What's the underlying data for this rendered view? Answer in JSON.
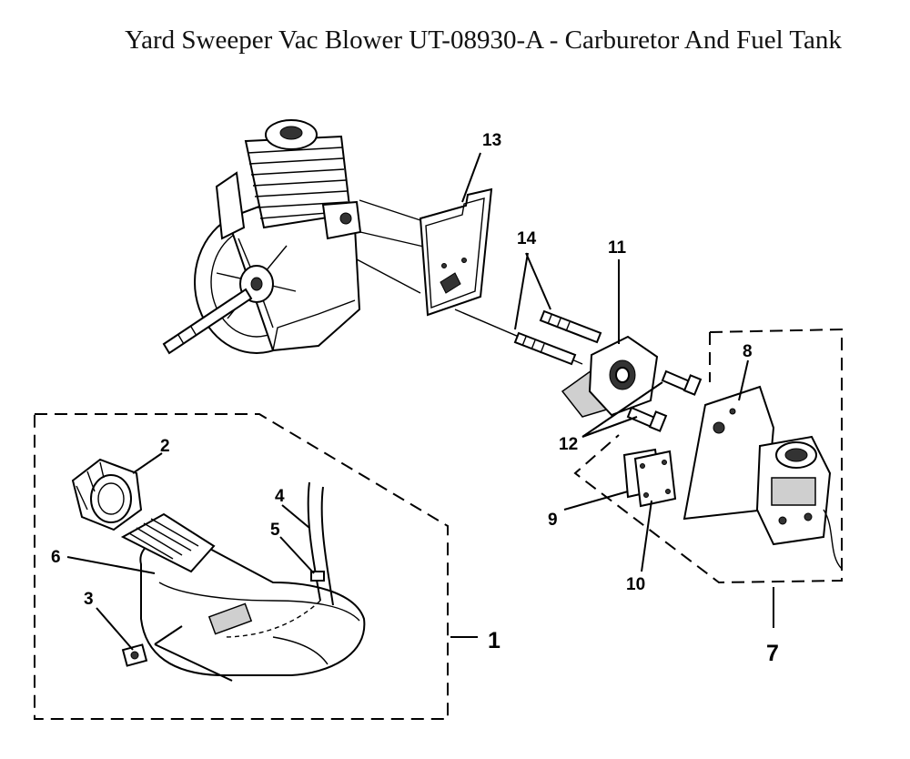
{
  "title": "Yard Sweeper Vac Blower UT-08930-A - Carburetor And Fuel Tank",
  "callouts": {
    "c1": "1",
    "c2": "2",
    "c3": "3",
    "c4": "4",
    "c5": "5",
    "c6": "6",
    "c7": "7",
    "c8": "8",
    "c9": "9",
    "c10": "10",
    "c11": "11",
    "c12": "12",
    "c13": "13",
    "c14": "14"
  }
}
